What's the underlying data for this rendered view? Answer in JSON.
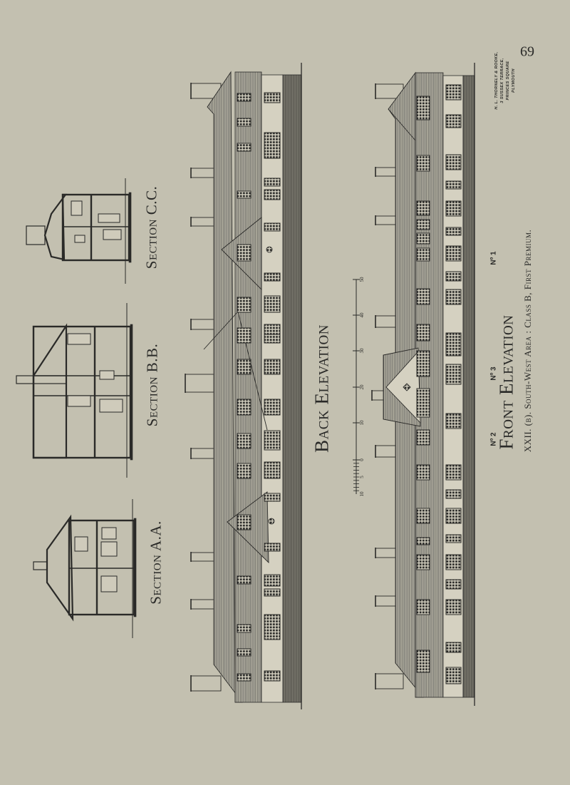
{
  "page_number": "69",
  "caption": "XXII. (b).  South-West Area : Class B, First Premium.",
  "architect": {
    "lines": [
      "H. L. THORNELY & ROOKE,",
      "3 SUSSEX TERRACE,",
      "PRINCES SQUARE",
      "PLYMOUTH"
    ]
  },
  "front_elevation": {
    "title": "Front Elevation",
    "house_labels": [
      "Nº 1",
      "Nº 3",
      "Nº 2"
    ]
  },
  "back_elevation": {
    "title": "Back Elevation"
  },
  "sections": [
    {
      "title": "Section C.C."
    },
    {
      "title": "Section B.B."
    },
    {
      "title": "Section A.A."
    }
  ],
  "scale_bar": {
    "tick_labels": [
      "50",
      "40",
      "30",
      "20",
      "10",
      "0",
      "5",
      "10"
    ]
  },
  "colors": {
    "paper": "#c3c0b0",
    "ink": "#2a2a28",
    "hatch": "#a6a394",
    "panel": "#d5d1c1"
  }
}
